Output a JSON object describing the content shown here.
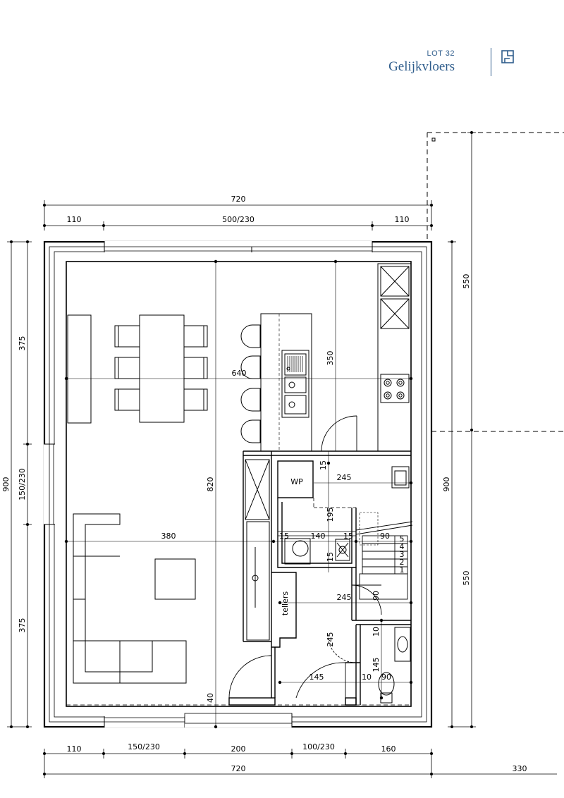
{
  "header": {
    "lot": "LOT 32",
    "floor": "Gelijkvloers",
    "icon": "floorplan-icon",
    "color": "#2f5d8c"
  },
  "dimensions": {
    "top_total": "720",
    "top_left": "110",
    "top_mid": "500/230",
    "top_right": "110",
    "left_total": "900",
    "left_top": "375",
    "left_mid": "150/230",
    "left_bottom": "375",
    "right_total": "900",
    "right_far_top": "550",
    "right_far_bottom": "550",
    "bottom_1": "110",
    "bottom_2": "150/230",
    "bottom_3": "200",
    "bottom_4": "100/230",
    "bottom_5": "160",
    "bottom_total": "720",
    "bottom_ext": "330"
  },
  "interior_dims": {
    "d640": "640",
    "d350": "350",
    "d820": "820",
    "d380": "380",
    "d245a": "245",
    "d15a": "15",
    "d195": "195",
    "d15b": "15",
    "d140": "140",
    "d15c": "15",
    "d90a": "90",
    "d15d": "15",
    "d245b": "245",
    "d90b": "90",
    "d10a": "10",
    "d245c": "245",
    "d145a": "145",
    "d145b": "145",
    "d10b": "10",
    "d90c": "90",
    "d40": "40"
  },
  "labels": {
    "wp": "WP",
    "tellers": "tellers",
    "steps": [
      "5",
      "4",
      "3",
      "2",
      "1"
    ]
  }
}
